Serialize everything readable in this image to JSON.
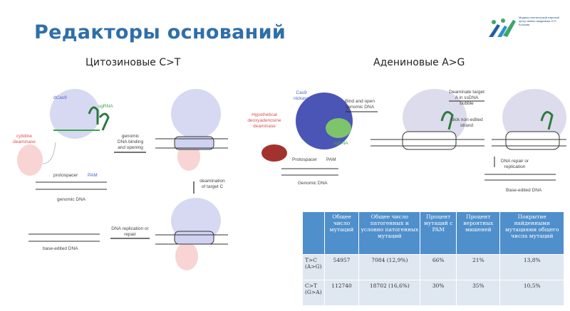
{
  "title": "Редакторы оснований",
  "logo": {
    "text": "Медико-генетический научный центр имени академика Н.П. Бочкова"
  },
  "left": {
    "heading": "Цитозиновые C>T",
    "labels": {
      "dcas9": "dCas9",
      "sgrna": "sgRNA",
      "deaminase": "cytidine deaminase",
      "protospacer": "protospacer",
      "pam": "PAM",
      "genomic": "genomic DNA",
      "step1": "genomic DNA binding and opening",
      "step2": "deamination of target C",
      "step3": "DNA replication or repair",
      "edited": "base-edited DNA"
    }
  },
  "right": {
    "heading": "Адениновые A>G",
    "labels": {
      "cas9": "Cas9 nickase",
      "deaminase": "Hypothetical deoxyadenosine deaminase",
      "sgrna": "sgRNA",
      "protospacer": "Protospacer",
      "pam": "PAM",
      "genomic": "Genomic DNA",
      "step1": "Bind and open genomic DNA",
      "step2a": "Deaminate target A in ssDNA bubble",
      "step2b": "Nick non-edited strand",
      "step3": "DNA repair or replication",
      "edited": "Base-edited DNA"
    }
  },
  "table": {
    "headers": [
      "",
      "Общее число мутаций",
      "Общее число патогенных и условно патогенных мутаций",
      "Процент мутаций с PAM",
      "Процент вероятных мишеней",
      "Покрытие найденными мутациями общего числа мутаций"
    ],
    "rows": [
      [
        "T>C (A>G)",
        "54957",
        "7084 (12,9%)",
        "66%",
        "21%",
        "13,8%"
      ],
      [
        "C>T (G>A)",
        "112740",
        "18702 (16,6%)",
        "30%",
        "35%",
        "10,5%"
      ]
    ]
  }
}
